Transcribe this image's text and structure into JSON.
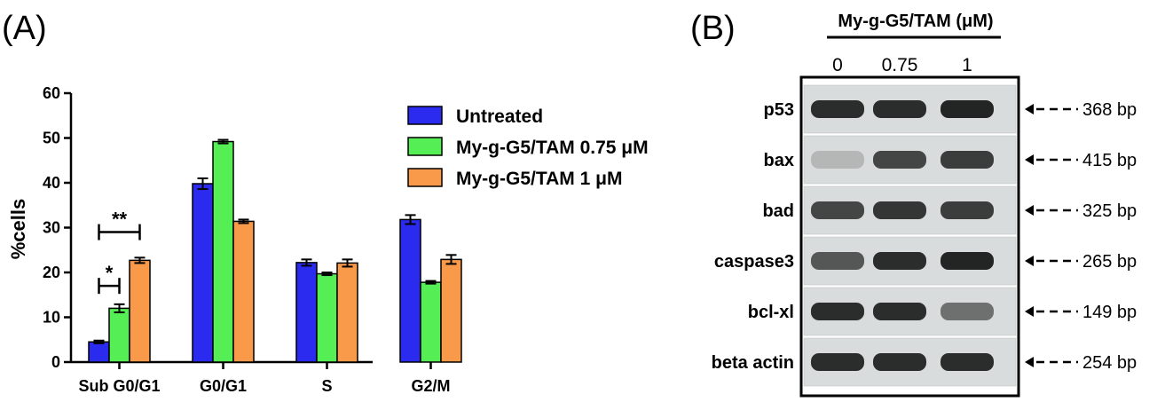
{
  "panels": {
    "a_label": "(A)",
    "b_label": "(B)"
  },
  "chart_data": {
    "type": "bar",
    "title": "",
    "xlabel": "",
    "ylabel": "%cells",
    "ylim": [
      0,
      60
    ],
    "yticks": [
      0,
      10,
      20,
      30,
      40,
      50,
      60
    ],
    "categories": [
      "Sub G0/G1",
      "G0/G1",
      "S",
      "G2/M"
    ],
    "legend_position": "top-right",
    "series": [
      {
        "name": "Untreated",
        "color": "#2b2bf0",
        "values": [
          4.5,
          39.8,
          22.2,
          31.8
        ],
        "errors": [
          0.3,
          1.2,
          0.7,
          1.0
        ]
      },
      {
        "name": "My-g-G5/TAM 0.75 μM",
        "color": "#55ee55",
        "values": [
          12.0,
          49.2,
          19.7,
          17.8
        ],
        "errors": [
          0.9,
          0.4,
          0.3,
          0.3
        ]
      },
      {
        "name": "My-g-G5/TAM 1 μM",
        "color": "#f99a4a",
        "values": [
          22.7,
          31.4,
          22.1,
          22.9
        ],
        "errors": [
          0.6,
          0.4,
          0.8,
          1.0
        ]
      }
    ],
    "annotations": [
      {
        "text": "**",
        "from_category": 0,
        "from_series": 0,
        "to_category": 0,
        "to_series": 2,
        "y": 29
      },
      {
        "text": "*",
        "from_category": 0,
        "from_series": 0,
        "to_category": 0,
        "to_series": 1,
        "y": 17
      }
    ]
  },
  "gel": {
    "title": "My-g-G5/TAM (μM)",
    "lanes": [
      "0",
      "0.75",
      "1"
    ],
    "rows": [
      {
        "gene": "p53",
        "size": "368 bp",
        "intensity": [
          0.95,
          0.95,
          1.0
        ]
      },
      {
        "gene": "bax",
        "size": "415 bp",
        "intensity": [
          0.12,
          0.8,
          0.85
        ]
      },
      {
        "gene": "bad",
        "size": "325 bp",
        "intensity": [
          0.8,
          0.9,
          0.85
        ]
      },
      {
        "gene": "caspase3",
        "size": "265 bp",
        "intensity": [
          0.7,
          0.95,
          1.0
        ]
      },
      {
        "gene": "bcl-xl",
        "size": "149 bp",
        "intensity": [
          0.95,
          0.95,
          0.55
        ]
      },
      {
        "gene": "beta actin",
        "size": "254 bp",
        "intensity": [
          0.95,
          0.95,
          0.95
        ]
      }
    ]
  }
}
